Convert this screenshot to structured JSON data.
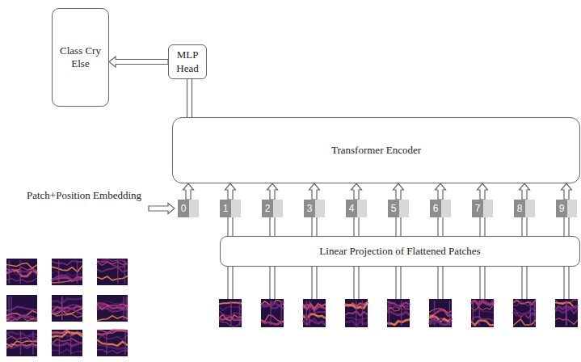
{
  "diagram": {
    "nodes": [
      {
        "text": [
          "Class Cry Else"
        ]
      },
      {
        "text": [
          "MLP Head"
        ]
      },
      {
        "text": [
          "Transformer Encoder"
        ]
      },
      {
        "text": [
          "0"
        ]
      },
      {
        "text": [
          "1"
        ]
      },
      {
        "text": [
          "2"
        ]
      },
      {
        "text": [
          "3"
        ]
      },
      {
        "text": [
          "4"
        ]
      },
      {
        "text": [
          "5"
        ]
      },
      {
        "text": [
          "6"
        ]
      },
      {
        "text": [
          "7"
        ]
      },
      {
        "text": [
          "8"
        ]
      },
      {
        "text": [
          "9"
        ]
      },
      {
        "text": [
          "Linear Projection of Flattened Patches"
        ]
      }
    ],
    "edges": [
      {
        "from": 1,
        "to": 0,
        "arrow": "to"
      },
      {
        "from": 2,
        "to": 1,
        "arrow": "none"
      },
      {
        "from": 3,
        "to": 2,
        "arrow": "to"
      },
      {
        "from": 4,
        "to": 2,
        "arrow": "to"
      },
      {
        "from": 5,
        "to": 2,
        "arrow": "to"
      },
      {
        "from": 6,
        "to": 2,
        "arrow": "to"
      },
      {
        "from": 7,
        "to": 2,
        "arrow": "to"
      },
      {
        "from": 8,
        "to": 2,
        "arrow": "to"
      },
      {
        "from": 9,
        "to": 2,
        "arrow": "to"
      },
      {
        "from": 10,
        "to": 2,
        "arrow": "to"
      },
      {
        "from": 11,
        "to": 2,
        "arrow": "to"
      },
      {
        "from": 12,
        "to": 2,
        "arrow": "to"
      },
      {
        "from": 13,
        "to": 4,
        "arrow": "none"
      },
      {
        "from": 13,
        "to": 5,
        "arrow": "none"
      },
      {
        "from": 13,
        "to": 6,
        "arrow": "none"
      },
      {
        "from": 13,
        "to": 7,
        "arrow": "none"
      },
      {
        "from": 13,
        "to": 8,
        "arrow": "none"
      },
      {
        "from": 13,
        "to": 9,
        "arrow": "none"
      },
      {
        "from": 13,
        "to": 10,
        "arrow": "none"
      },
      {
        "from": 13,
        "to": 11,
        "arrow": "none"
      },
      {
        "from": 13,
        "to": 12,
        "arrow": "none"
      }
    ],
    "labels": [
      "Patch+Position Embedding"
    ]
  }
}
